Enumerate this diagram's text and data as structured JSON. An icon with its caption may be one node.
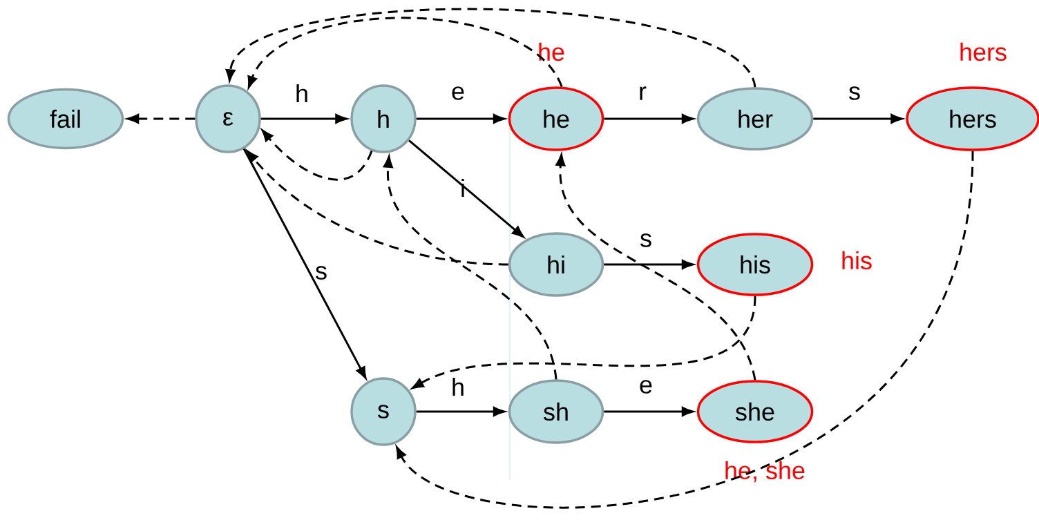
{
  "diagram": {
    "nodes": [
      {
        "text": [
          "fail"
        ]
      },
      {
        "text": [
          "ε"
        ]
      },
      {
        "text": [
          "h"
        ]
      },
      {
        "text": [
          "he"
        ],
        "beside": [
          "he"
        ]
      },
      {
        "text": [
          "her"
        ]
      },
      {
        "text": [
          "hers"
        ],
        "beside": [
          "hers"
        ]
      },
      {
        "text": [
          "hi"
        ]
      },
      {
        "text": [
          "his"
        ],
        "beside": [
          "his"
        ]
      },
      {
        "text": [
          "s"
        ]
      },
      {
        "text": [
          "sh"
        ]
      },
      {
        "text": [
          "she"
        ],
        "beside": [
          "he, she"
        ]
      }
    ],
    "edges": [
      {
        "from": 1,
        "to": 2,
        "label": "h",
        "arrow": "to"
      },
      {
        "from": 2,
        "to": 3,
        "label": "e",
        "arrow": "to"
      },
      {
        "from": 3,
        "to": 4,
        "label": "r",
        "arrow": "to"
      },
      {
        "from": 4,
        "to": 5,
        "label": "s",
        "arrow": "to"
      },
      {
        "from": 2,
        "to": 6,
        "label": "i",
        "arrow": "to"
      },
      {
        "from": 6,
        "to": 7,
        "label": "s",
        "arrow": "to"
      },
      {
        "from": 1,
        "to": 8,
        "label": "s",
        "arrow": "to"
      },
      {
        "from": 8,
        "to": 9,
        "label": "h",
        "arrow": "to"
      },
      {
        "from": 9,
        "to": 10,
        "label": "e",
        "arrow": "to"
      },
      {
        "from": 1,
        "to": 0,
        "arrow": "to",
        "style": "dashed"
      },
      {
        "from": 2,
        "to": 1,
        "arrow": "to",
        "style": "dashed"
      },
      {
        "from": 3,
        "to": 1,
        "arrow": "to",
        "style": "dashed"
      },
      {
        "from": 4,
        "to": 1,
        "arrow": "to",
        "style": "dashed"
      },
      {
        "from": 6,
        "to": 1,
        "arrow": "to",
        "style": "dashed"
      },
      {
        "from": 7,
        "to": 8,
        "arrow": "to",
        "style": "dashed"
      },
      {
        "from": 9,
        "to": 2,
        "arrow": "to",
        "style": "dashed"
      },
      {
        "from": 10,
        "to": 3,
        "arrow": "to",
        "style": "dashed"
      },
      {
        "from": 5,
        "to": 8,
        "arrow": "to",
        "style": "dashed"
      }
    ]
  }
}
